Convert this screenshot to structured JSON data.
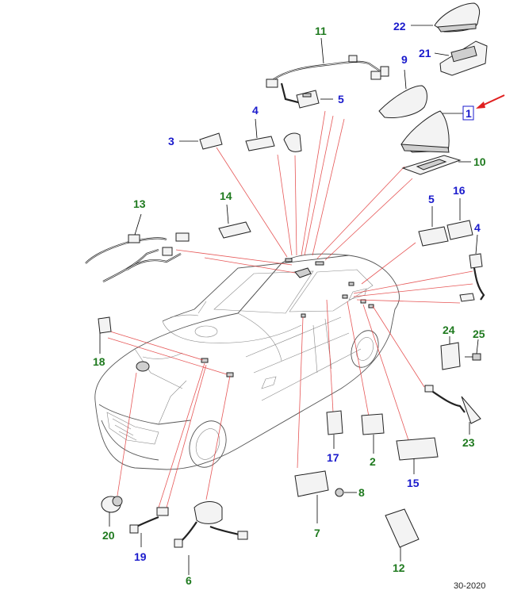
{
  "parts": [
    {
      "id": "p1",
      "label": "1",
      "color": "#1a1acc",
      "boxed": true
    },
    {
      "id": "p2",
      "label": "2",
      "color": "#1f7a1f"
    },
    {
      "id": "p3",
      "label": "3",
      "color": "#1a1acc"
    },
    {
      "id": "p4a",
      "label": "4",
      "color": "#1a1acc"
    },
    {
      "id": "p4b",
      "label": "4",
      "color": "#1a1acc"
    },
    {
      "id": "p5a",
      "label": "5",
      "color": "#1a1acc"
    },
    {
      "id": "p5b",
      "label": "5",
      "color": "#1a1acc"
    },
    {
      "id": "p6",
      "label": "6",
      "color": "#1f7a1f"
    },
    {
      "id": "p7",
      "label": "7",
      "color": "#1f7a1f"
    },
    {
      "id": "p8",
      "label": "8",
      "color": "#1f7a1f"
    },
    {
      "id": "p9",
      "label": "9",
      "color": "#1a1acc"
    },
    {
      "id": "p10",
      "label": "10",
      "color": "#1f7a1f"
    },
    {
      "id": "p11",
      "label": "11",
      "color": "#1f7a1f"
    },
    {
      "id": "p12",
      "label": "12",
      "color": "#1f7a1f"
    },
    {
      "id": "p13",
      "label": "13",
      "color": "#1f7a1f"
    },
    {
      "id": "p14",
      "label": "14",
      "color": "#1f7a1f"
    },
    {
      "id": "p15",
      "label": "15",
      "color": "#1a1acc"
    },
    {
      "id": "p16",
      "label": "16",
      "color": "#1a1acc"
    },
    {
      "id": "p17",
      "label": "17",
      "color": "#1a1acc"
    },
    {
      "id": "p18",
      "label": "18",
      "color": "#1f7a1f"
    },
    {
      "id": "p19",
      "label": "19",
      "color": "#1a1acc"
    },
    {
      "id": "p20",
      "label": "20",
      "color": "#1f7a1f"
    },
    {
      "id": "p21",
      "label": "21",
      "color": "#1a1acc"
    },
    {
      "id": "p22",
      "label": "22",
      "color": "#1a1acc"
    },
    {
      "id": "p23",
      "label": "23",
      "color": "#1f7a1f"
    },
    {
      "id": "p24",
      "label": "24",
      "color": "#1f7a1f"
    },
    {
      "id": "p25",
      "label": "25",
      "color": "#1f7a1f"
    }
  ],
  "pointer_arrow_color": "#e02020",
  "callout_line_color": "#e23a3a",
  "footer": {
    "code": "30-2020"
  }
}
